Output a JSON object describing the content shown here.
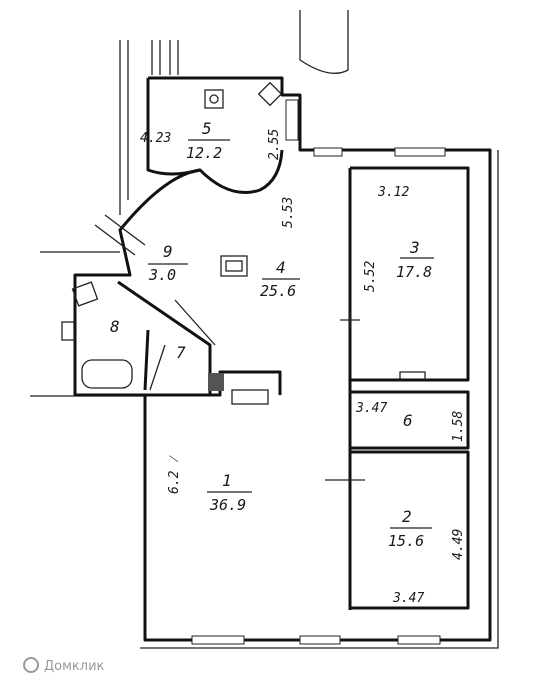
{
  "plan": {
    "rooms": [
      {
        "id": "room-1",
        "number": "1",
        "area": "36.9",
        "dims": [
          "6.2 ⁄"
        ]
      },
      {
        "id": "room-2",
        "number": "2",
        "area": "15.6",
        "dims": [
          "4.49",
          "3.47"
        ]
      },
      {
        "id": "room-3",
        "number": "3",
        "area": "17.8",
        "dims": [
          "3.12",
          "5.52"
        ]
      },
      {
        "id": "room-4",
        "number": "4",
        "area": "25.6",
        "dims": [
          "5.53"
        ]
      },
      {
        "id": "room-5",
        "number": "5",
        "area": "12.2",
        "dims": [
          "4.23",
          "2.55"
        ]
      },
      {
        "id": "room-6",
        "number": "6",
        "area": "",
        "dims": [
          "3.47",
          "1.58"
        ]
      },
      {
        "id": "room-7",
        "number": "7",
        "area": "",
        "dims": []
      },
      {
        "id": "room-8",
        "number": "8",
        "area": "",
        "dims": []
      },
      {
        "id": "room-9",
        "number": "9",
        "area": "3.0",
        "dims": []
      }
    ]
  },
  "watermark": {
    "brand": "Домклик"
  },
  "colors": {
    "ink": "#111111",
    "paper": "#ffffff",
    "watermark": "#9a9a9a"
  }
}
